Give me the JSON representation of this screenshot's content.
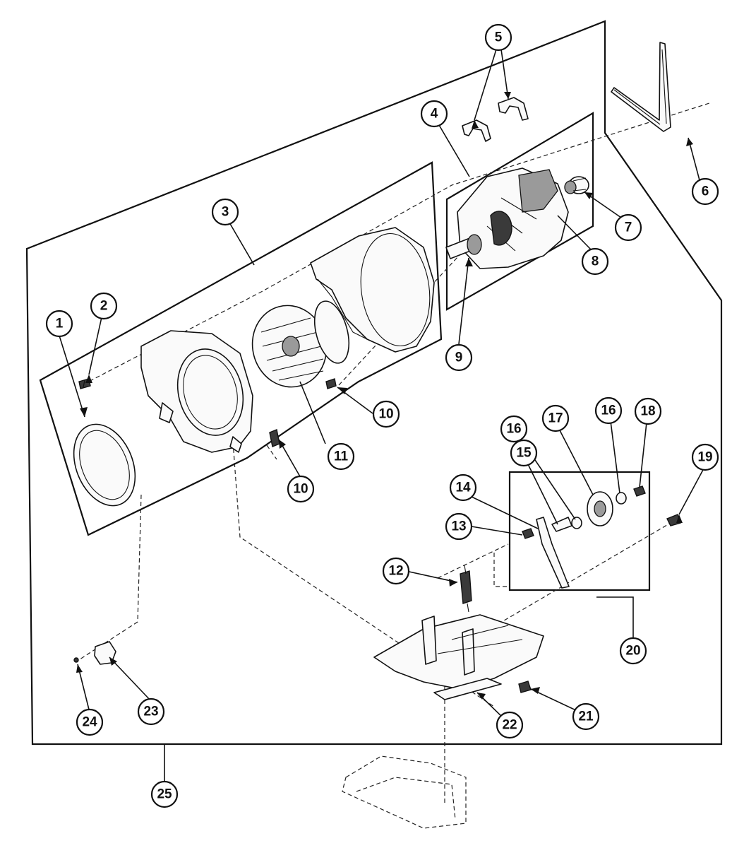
{
  "callouts": [
    {
      "id": "c1",
      "label": "1"
    },
    {
      "id": "c2",
      "label": "2"
    },
    {
      "id": "c3",
      "label": "3"
    },
    {
      "id": "c4",
      "label": "4"
    },
    {
      "id": "c5",
      "label": "5"
    },
    {
      "id": "c6",
      "label": "6"
    },
    {
      "id": "c7",
      "label": "7"
    },
    {
      "id": "c8",
      "label": "8"
    },
    {
      "id": "c9",
      "label": "9"
    },
    {
      "id": "c10a",
      "label": "10"
    },
    {
      "id": "c10b",
      "label": "10"
    },
    {
      "id": "c11",
      "label": "11"
    },
    {
      "id": "c12",
      "label": "12"
    },
    {
      "id": "c13",
      "label": "13"
    },
    {
      "id": "c14",
      "label": "14"
    },
    {
      "id": "c15",
      "label": "15"
    },
    {
      "id": "c16a",
      "label": "16"
    },
    {
      "id": "c16b",
      "label": "16"
    },
    {
      "id": "c17",
      "label": "17"
    },
    {
      "id": "c18",
      "label": "18"
    },
    {
      "id": "c19",
      "label": "19"
    },
    {
      "id": "c20",
      "label": "20"
    },
    {
      "id": "c21",
      "label": "21"
    },
    {
      "id": "c22",
      "label": "22"
    },
    {
      "id": "c23",
      "label": "23"
    },
    {
      "id": "c24",
      "label": "24"
    },
    {
      "id": "c25",
      "label": "25"
    }
  ]
}
